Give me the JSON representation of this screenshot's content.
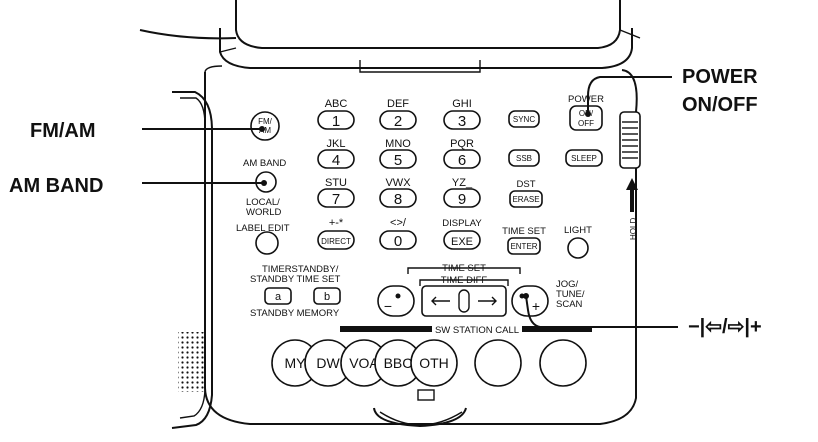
{
  "callouts": {
    "fm_am": "FM/AM",
    "am_band": "AM BAND",
    "power_line1": "POWER",
    "power_line2": "ON/OFF",
    "tune": "−|⇦/⇨|+"
  },
  "keys": [
    {
      "letters": "ABC",
      "num": "1"
    },
    {
      "letters": "DEF",
      "num": "2"
    },
    {
      "letters": "GHI",
      "num": "3"
    },
    {
      "letters": "JKL",
      "num": "4"
    },
    {
      "letters": "MNO",
      "num": "5"
    },
    {
      "letters": "PQR",
      "num": "6"
    },
    {
      "letters": "STU",
      "num": "7"
    },
    {
      "letters": "VWX",
      "num": "8"
    },
    {
      "letters": "YZ_",
      "num": "9"
    },
    {
      "letters": "+-*",
      "num": "DIRECT"
    },
    {
      "letters": "<>/",
      "num": "0"
    },
    {
      "letters": "DISPLAY",
      "num": "EXE"
    }
  ],
  "labels": {
    "fm_am_btn_1": "FM/",
    "fm_am_btn_2": "AM",
    "am_band": "AM BAND",
    "local_world_1": "LOCAL/",
    "local_world_2": "WORLD",
    "label_edit": "LABEL EDIT",
    "sync": "SYNC",
    "ssb": "SSB",
    "sleep": "SLEEP",
    "power": "POWER",
    "on_1": "ON/",
    "on_2": "OFF",
    "dst_1": "DST",
    "dst_2": "ERASE",
    "time_set": "TIME SET",
    "enter": "ENTER",
    "light": "LIGHT",
    "timer_1": "TIMERSTANDBY/",
    "timer_2": "STANDBY TIME SET",
    "key_a": "a",
    "key_b": "b",
    "standby_memory": "STANDBY MEMORY",
    "time_set_top": "TIME SET",
    "time_diff": "TIME DIFF",
    "jog_1": "JOG/",
    "jog_2": "TUNE/",
    "jog_3": "SCAN",
    "hold": "HOLD",
    "sw_station_call": "SW STATION CALL"
  },
  "memory_buttons": [
    "MY",
    "DW",
    "VOA",
    "BBC",
    "OTH",
    "",
    ""
  ]
}
